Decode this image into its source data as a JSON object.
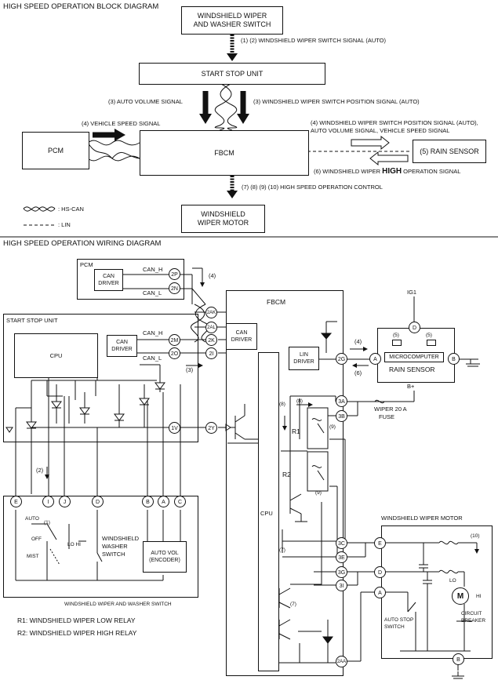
{
  "block": {
    "title": "HIGH SPEED OPERATION BLOCK DIAGRAM",
    "wiper_switch_line1": "WINDSHIELD WIPER",
    "wiper_switch_line2": "AND WASHER SWITCH",
    "sig_top": "(1) (2) WINDSHIELD WIPER  SWITCH SIGNAL (AUTO)",
    "start_stop_unit": "START STOP UNIT",
    "sig_auto_volume": "(3) AUTO VOLUME SIGNAL",
    "sig_switch_position": "(3) WINDSHIELD WIPER  SWITCH POSITION SIGNAL (AUTO)",
    "sig_vehicle_speed": "(4) VEHICLE SPEED SIGNAL",
    "pcm": "PCM",
    "fbcm": "FBCM",
    "sig_rain_line1": "(4) WINDSHIELD WIPER  SWITCH POSITION SIGNAL (AUTO),",
    "sig_rain_line2": "AUTO VOLUME SIGNAL, VEHICLE SPEED SIGNAL",
    "rain_sensor": "(5) RAIN SENSOR",
    "sig_high_prefix": "(6) WINDSHIELD WIPER ",
    "sig_high_word": "HIGH",
    "sig_high_suffix": " OPERATION SIGNAL",
    "sig_high_control": "(7) (8) (9) (10) HIGH SPEED OPERATION CONTROL",
    "motor_line1": "WINDSHIELD",
    "motor_line2": "WIPER MOTOR",
    "legend_hscan": ": HS-CAN",
    "legend_lin": ": LIN"
  },
  "wiring": {
    "title": "HIGH SPEED OPERATION WIRING DIAGRAM",
    "pcm": "PCM",
    "can_driver_1": "CAN",
    "can_driver_2": "DRIVER",
    "can_h": "CAN_H",
    "can_l": "CAN_L",
    "pin_2p": "2P",
    "pin_2n": "2N",
    "label_4": "(4)",
    "fbcm": "FBCM",
    "ig1": "IG1",
    "start_stop_unit": "START STOP UNIT",
    "cpu": "CPU",
    "pin_2ak": "2AK",
    "pin_2al": "2AL",
    "pin_2m": "2M",
    "pin_2k": "2K",
    "pin_2o": "2O",
    "pin_2i": "2I",
    "label_3": "(3)",
    "lin_driver_1": "LIN",
    "lin_driver_2": "DRIVER",
    "pin_2g": "2G",
    "label_4b": "(4)",
    "label_6": "(6)",
    "pin_d": "D",
    "pin_a": "A",
    "pin_b": "B",
    "label_5a": "(5)",
    "label_5b": "(5)",
    "microcomputer": "MICROCOMPUTER",
    "rain_sensor": "RAIN SENSOR",
    "bplus": "B+",
    "pin_3a": "3A",
    "pin_3b": "3B",
    "wiper_fuse_1": "WIPER 20 A",
    "wiper_fuse_2": "FUSE",
    "label_8a": "(8)",
    "label_8b": "(8)",
    "label_9a": "(9)",
    "label_9b": "(9)",
    "r1": "R1",
    "r2": "R2",
    "pin_1v": "1V",
    "pin_2y": "2Y",
    "label_2": "(2)",
    "label_7a": "(7)",
    "label_7b": "(7)",
    "sw_e": "E",
    "sw_i": "I",
    "sw_j": "J",
    "sw_d": "D",
    "sw_b": "B",
    "sw_a": "A",
    "sw_c": "C",
    "auto": "AUTO",
    "label_1": "(1)",
    "off": "OFF",
    "mist": "MIST",
    "lo_hi": "LO  HI",
    "washer_1": "WINDSHIELD",
    "washer_2": "WASHER",
    "washer_3": "SWITCH",
    "autovol_1": "AUTO VOL",
    "autovol_2": "(ENCODER)",
    "switch_caption": "WINDSHIELD WIPER AND WASHER SWITCH",
    "r1_legend": "R1: WINDSHIELD WIPER LOW RELAY",
    "r2_legend": "R2: WINDSHIELD WIPER HIGH RELAY",
    "pin_3c": "3C",
    "pin_3e": "3E",
    "pin_3g": "3G",
    "pin_3i": "3I",
    "pin_2aa": "2AA",
    "motor_title": "WINDSHIELD WIPER MOTOR",
    "m_e": "E",
    "m_d": "D",
    "m_a": "A",
    "m_b": "B",
    "label_10": "(10)",
    "lo": "LO",
    "hi": "HI",
    "m": "M",
    "auto_stop_1": "AUTO STOP",
    "auto_stop_2": "SWITCH",
    "circuit_1": "CIRCUIT",
    "circuit_2": "BREAKER"
  }
}
